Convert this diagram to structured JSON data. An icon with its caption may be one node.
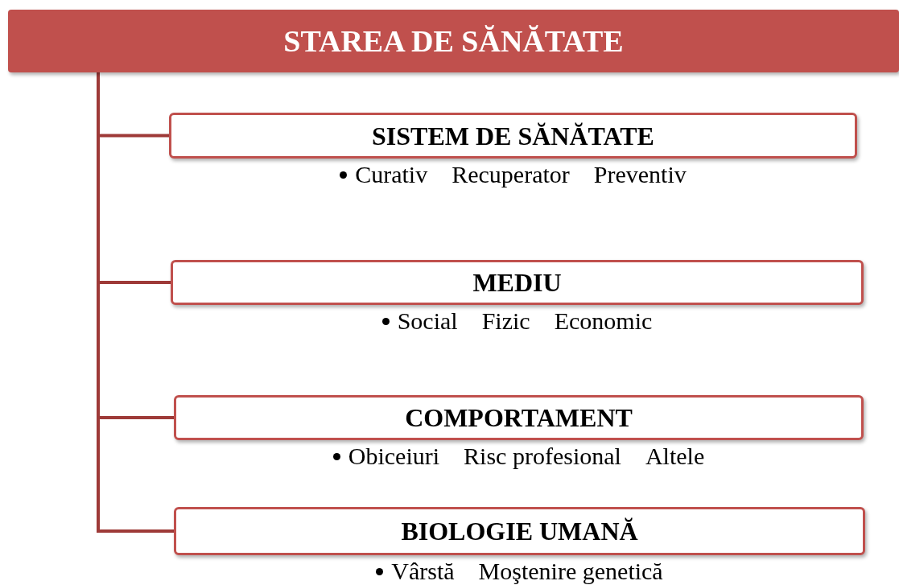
{
  "diagram": {
    "nodes": [
      {
        "text": [
          "STAREA DE SĂNĂTATE"
        ]
      },
      {
        "text": [
          "SISTEM DE SĂNĂTATE"
        ],
        "beside": [
          "Curativ",
          "Recuperator",
          "Preventiv"
        ]
      },
      {
        "text": [
          "MEDIU"
        ],
        "beside": [
          "Social",
          "Fizic",
          "Economic"
        ]
      },
      {
        "text": [
          "COMPORTAMENT"
        ],
        "beside": [
          "Obiceiuri",
          "Risc profesional",
          "Altele"
        ]
      },
      {
        "text": [
          "BIOLOGIE UMANĂ"
        ],
        "beside": [
          "Vârstă",
          "Moştenire genetică"
        ]
      }
    ],
    "edges": [
      {
        "from": 0,
        "to": 1,
        "arrow": "none"
      },
      {
        "from": 0,
        "to": 2,
        "arrow": "none"
      },
      {
        "from": 0,
        "to": 3,
        "arrow": "none"
      },
      {
        "from": 0,
        "to": 4,
        "arrow": "none"
      }
    ]
  }
}
